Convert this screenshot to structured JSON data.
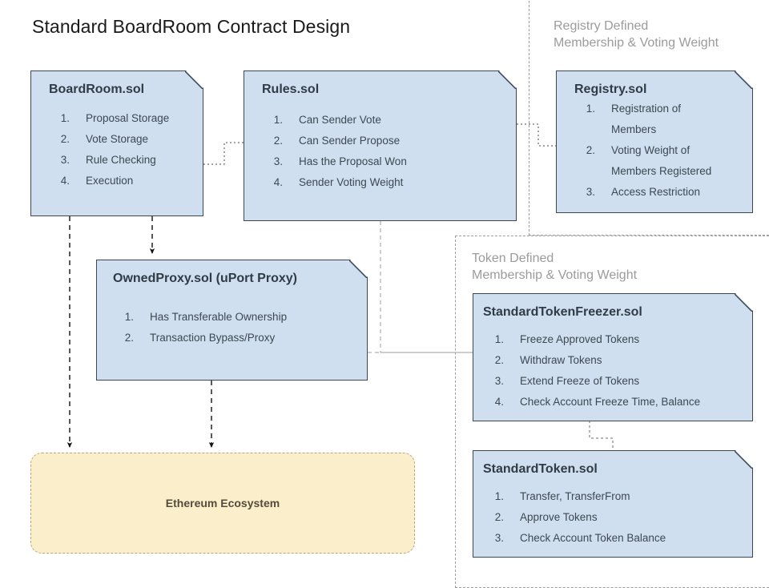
{
  "title": "Standard BoardRoom Contract Design",
  "colors": {
    "note_fill": "#cfdfef",
    "note_border": "#3c4650",
    "ecosystem_fill": "#fbeecb",
    "ecosystem_border": "#b9a87e",
    "group_border": "#9e9e9e",
    "group_label": "#9b9b9b",
    "background": "#ffffff"
  },
  "groups": [
    {
      "id": "registry-group",
      "label": "Registry Defined\nMembership & Voting Weight"
    },
    {
      "id": "token-group",
      "label": "Token Defined\nMembership & Voting Weight"
    }
  ],
  "nodes": {
    "boardroom": {
      "title": "BoardRoom.sol",
      "items": [
        "Proposal Storage",
        "Vote Storage",
        "Rule Checking",
        "Execution"
      ]
    },
    "rules": {
      "title": "Rules.sol",
      "items": [
        "Can Sender Vote",
        "Can Sender Propose",
        "Has the Proposal Won",
        "Sender Voting Weight"
      ]
    },
    "registry": {
      "title": "Registry.sol",
      "items": [
        "Registration of\nMembers",
        "Voting Weight of\nMembers Registered",
        "Access Restriction"
      ]
    },
    "ownedproxy": {
      "title": "OwnedProxy.sol (uPort Proxy)",
      "items": [
        "Has Transferable Ownership",
        "Transaction Bypass/Proxy"
      ]
    },
    "tokenfreezer": {
      "title": "StandardTokenFreezer.sol",
      "items": [
        "Freeze Approved Tokens",
        "Withdraw Tokens",
        "Extend Freeze of Tokens",
        "Check Account Freeze Time, Balance"
      ]
    },
    "standardtoken": {
      "title": "StandardToken.sol",
      "items": [
        "Transfer, TransferFrom",
        "Approve Tokens",
        "Check Account Token Balance"
      ]
    },
    "ecosystem": {
      "title": "Ethereum Ecosystem"
    }
  },
  "list_markers": [
    "1.",
    "2.",
    "3.",
    "4."
  ]
}
